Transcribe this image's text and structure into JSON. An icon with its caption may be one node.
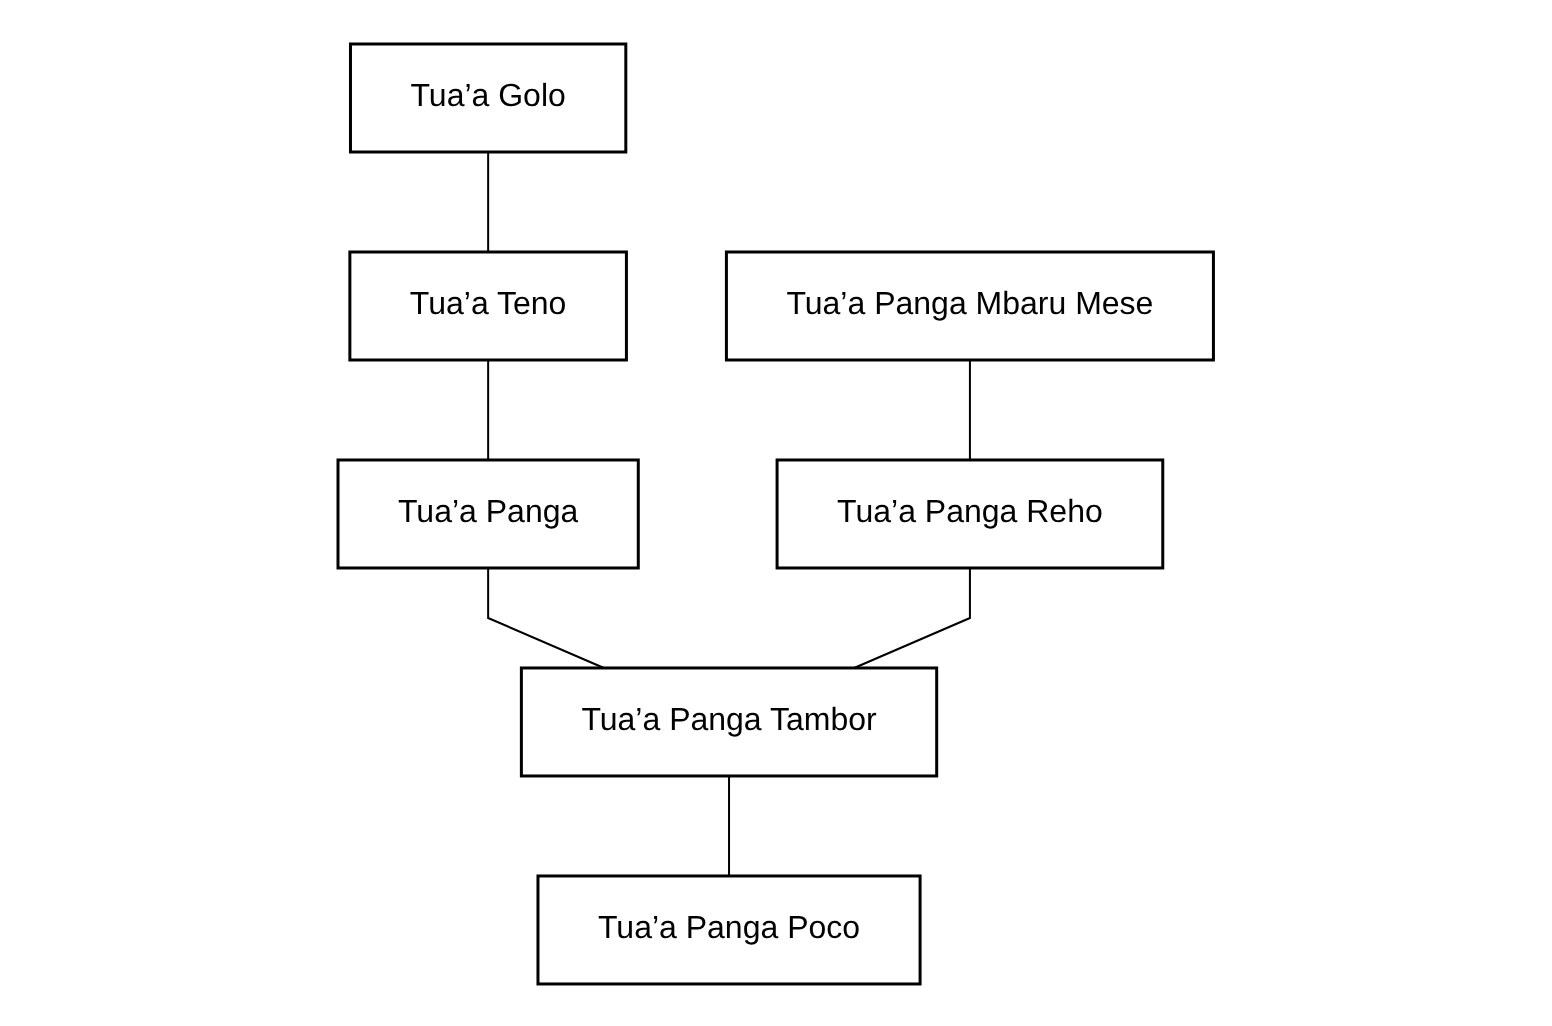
{
  "diagram": {
    "nodes": [
      {
        "text": [
          "Tua’a Golo"
        ]
      },
      {
        "text": [
          "Tua’a Teno"
        ]
      },
      {
        "text": [
          "Tua’a Panga"
        ]
      },
      {
        "text": [
          "Tua’a Panga Mbaru Mese"
        ]
      },
      {
        "text": [
          "Tua’a Panga Reho"
        ]
      },
      {
        "text": [
          "Tua’a Panga Tambor"
        ]
      },
      {
        "text": [
          "Tua’a Panga Poco"
        ]
      }
    ],
    "edges": [
      {
        "from": 0,
        "to": 1,
        "arrow": "none"
      },
      {
        "from": 1,
        "to": 2,
        "arrow": "none"
      },
      {
        "from": 2,
        "to": 5,
        "arrow": "none"
      },
      {
        "from": 3,
        "to": 4,
        "arrow": "none"
      },
      {
        "from": 4,
        "to": 5,
        "arrow": "none"
      },
      {
        "from": 5,
        "to": 6,
        "arrow": "none"
      }
    ]
  }
}
